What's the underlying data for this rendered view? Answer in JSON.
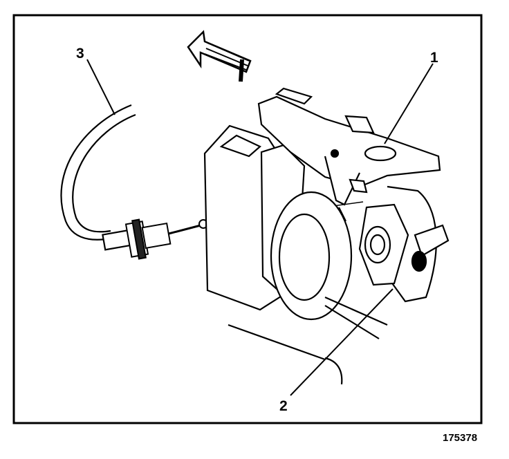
{
  "diagram": {
    "callouts": [
      {
        "id": "1",
        "label": "1"
      },
      {
        "id": "2",
        "label": "2"
      },
      {
        "id": "3",
        "label": "3"
      }
    ],
    "figure_number": "175378"
  }
}
